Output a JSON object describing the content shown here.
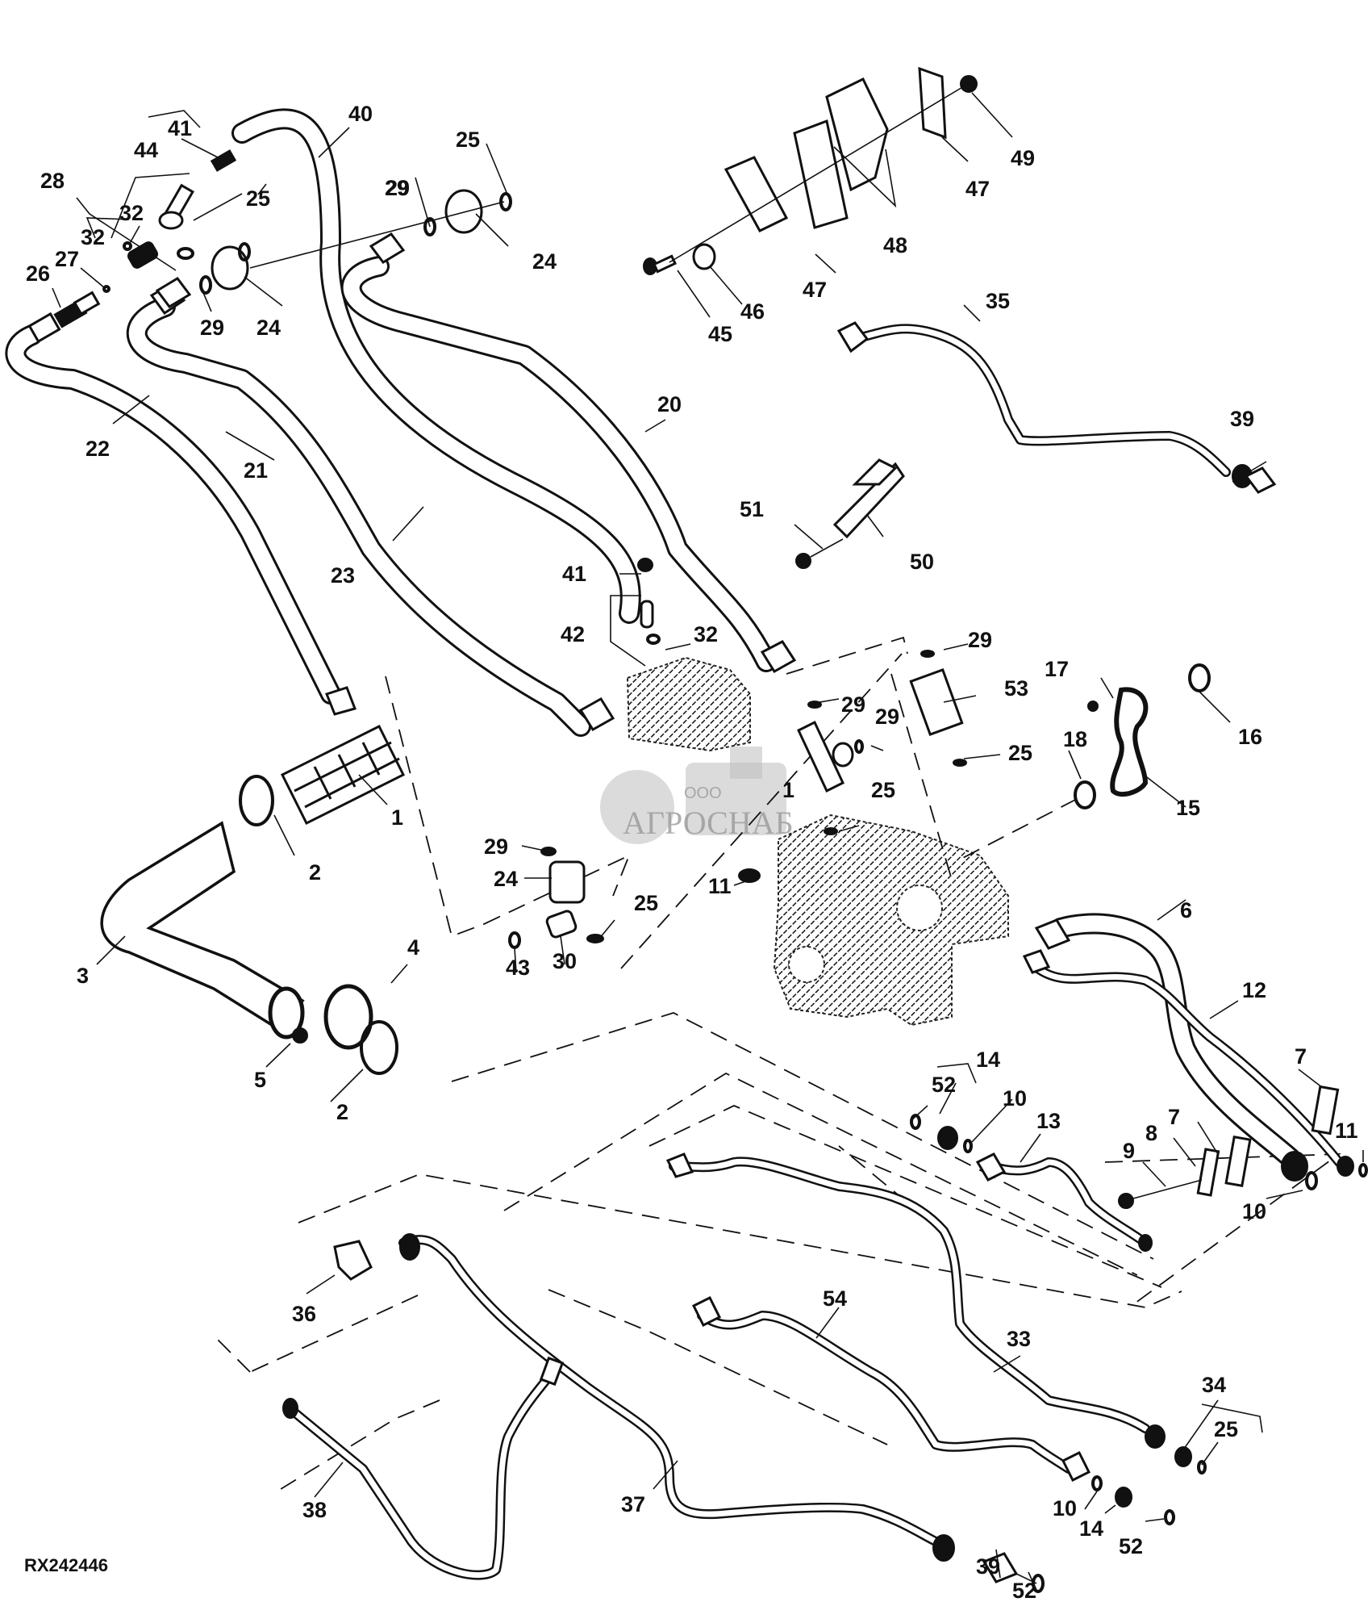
{
  "diagram": {
    "title": "Hydraulic lines exploded parts diagram",
    "reference_code": "RX242446",
    "watermark": {
      "company_prefix": "ООО",
      "company_name": "АГРОСНАБ"
    },
    "colors": {
      "ink": "#111111",
      "background": "#ffffff",
      "watermark": "#9a9a9a"
    },
    "callouts": [
      {
        "id": "c41a",
        "label": "41",
        "part": "clamp"
      },
      {
        "id": "c40",
        "label": "40",
        "part": "hose"
      },
      {
        "id": "c25a",
        "label": "25",
        "part": "o-ring"
      },
      {
        "id": "c44",
        "label": "44",
        "part": "fitting assembly"
      },
      {
        "id": "c28",
        "label": "28",
        "part": "fitting assembly"
      },
      {
        "id": "c32a",
        "label": "32",
        "part": "o-ring"
      },
      {
        "id": "c25b",
        "label": "25",
        "part": "o-ring"
      },
      {
        "id": "c29a",
        "label": "29",
        "part": "o-ring"
      },
      {
        "id": "c32b",
        "label": "32",
        "part": "o-ring"
      },
      {
        "id": "c27",
        "label": "27",
        "part": "o-ring"
      },
      {
        "id": "c26",
        "label": "26",
        "part": "fitting"
      },
      {
        "id": "c29b",
        "label": "29",
        "part": "o-ring"
      },
      {
        "id": "c24a",
        "label": "24",
        "part": "adapter fitting"
      },
      {
        "id": "c24b",
        "label": "24",
        "part": "adapter fitting"
      },
      {
        "id": "c29c",
        "label": "29",
        "part": "o-ring"
      },
      {
        "id": "c45",
        "label": "45",
        "part": "cap screw"
      },
      {
        "id": "c46",
        "label": "46",
        "part": "clip"
      },
      {
        "id": "c47a",
        "label": "47",
        "part": "plate"
      },
      {
        "id": "c48",
        "label": "48",
        "part": "clamp halves"
      },
      {
        "id": "c47b",
        "label": "47",
        "part": "plate"
      },
      {
        "id": "c49",
        "label": "49",
        "part": "nut"
      },
      {
        "id": "c35",
        "label": "35",
        "part": "line"
      },
      {
        "id": "c39a",
        "label": "39",
        "part": "fitting"
      },
      {
        "id": "c22",
        "label": "22",
        "part": "hose"
      },
      {
        "id": "c21",
        "label": "21",
        "part": "clamp"
      },
      {
        "id": "c20",
        "label": "20",
        "part": "line"
      },
      {
        "id": "c23",
        "label": "23",
        "part": "line"
      },
      {
        "id": "c51",
        "label": "51",
        "part": "cap screw"
      },
      {
        "id": "c50",
        "label": "50",
        "part": "bracket"
      },
      {
        "id": "c41b",
        "label": "41",
        "part": "clamp"
      },
      {
        "id": "c42",
        "label": "42",
        "part": "fitting assembly"
      },
      {
        "id": "c32c",
        "label": "32",
        "part": "o-ring"
      },
      {
        "id": "c29d",
        "label": "29",
        "part": "o-ring"
      },
      {
        "id": "c17",
        "label": "17",
        "part": "cap screw"
      },
      {
        "id": "c29e",
        "label": "29",
        "part": "o-ring"
      },
      {
        "id": "c29f",
        "label": "29",
        "part": "o-ring"
      },
      {
        "id": "c53",
        "label": "53",
        "part": "adapter"
      },
      {
        "id": "c16",
        "label": "16",
        "part": "o-ring"
      },
      {
        "id": "c18",
        "label": "18",
        "part": "o-ring"
      },
      {
        "id": "c25c",
        "label": "25",
        "part": "o-ring"
      },
      {
        "id": "c1a",
        "label": "1",
        "part": "tee fitting"
      },
      {
        "id": "c25d",
        "label": "25",
        "part": "o-ring"
      },
      {
        "id": "c15",
        "label": "15",
        "part": "elbow"
      },
      {
        "id": "c1b",
        "label": "1",
        "part": "strainer"
      },
      {
        "id": "c29g",
        "label": "29",
        "part": "o-ring"
      },
      {
        "id": "c24c",
        "label": "24",
        "part": "adapter fitting"
      },
      {
        "id": "c2a",
        "label": "2",
        "part": "o-ring"
      },
      {
        "id": "c11a",
        "label": "11",
        "part": "o-ring"
      },
      {
        "id": "c25e",
        "label": "25",
        "part": "o-ring"
      },
      {
        "id": "c3",
        "label": "3",
        "part": "hose"
      },
      {
        "id": "c43",
        "label": "43",
        "part": "o-ring"
      },
      {
        "id": "c30",
        "label": "30",
        "part": "fitting"
      },
      {
        "id": "c6",
        "label": "6",
        "part": "line"
      },
      {
        "id": "c4",
        "label": "4",
        "part": "clamp"
      },
      {
        "id": "c12",
        "label": "12",
        "part": "line"
      },
      {
        "id": "c5",
        "label": "5",
        "part": "cap screw"
      },
      {
        "id": "c2b",
        "label": "2",
        "part": "o-ring"
      },
      {
        "id": "c14a",
        "label": "14",
        "part": "fitting assembly"
      },
      {
        "id": "c7a",
        "label": "7",
        "part": "clamp"
      },
      {
        "id": "c52a",
        "label": "52",
        "part": "o-ring"
      },
      {
        "id": "c10a",
        "label": "10",
        "part": "o-ring"
      },
      {
        "id": "c13",
        "label": "13",
        "part": "line"
      },
      {
        "id": "c8",
        "label": "8",
        "part": "plate"
      },
      {
        "id": "c7b",
        "label": "7",
        "part": "clamp"
      },
      {
        "id": "c11b",
        "label": "11",
        "part": "o-ring"
      },
      {
        "id": "c9",
        "label": "9",
        "part": "cap screw"
      },
      {
        "id": "c10b",
        "label": "10",
        "part": "o-ring"
      },
      {
        "id": "c36",
        "label": "36",
        "part": "plug"
      },
      {
        "id": "c54",
        "label": "54",
        "part": "line"
      },
      {
        "id": "c33",
        "label": "33",
        "part": "line"
      },
      {
        "id": "c34",
        "label": "34",
        "part": "fitting assembly"
      },
      {
        "id": "c25f",
        "label": "25",
        "part": "o-ring"
      },
      {
        "id": "c38",
        "label": "38",
        "part": "line"
      },
      {
        "id": "c37",
        "label": "37",
        "part": "line"
      },
      {
        "id": "c10c",
        "label": "10",
        "part": "o-ring"
      },
      {
        "id": "c14b",
        "label": "14",
        "part": "fitting"
      },
      {
        "id": "c52b",
        "label": "52",
        "part": "o-ring"
      },
      {
        "id": "c39b",
        "label": "39",
        "part": "fitting"
      },
      {
        "id": "c52c",
        "label": "52",
        "part": "o-ring"
      }
    ]
  }
}
